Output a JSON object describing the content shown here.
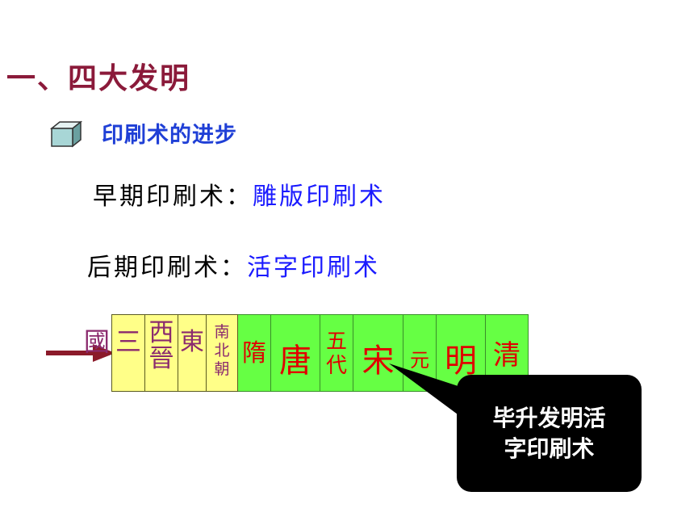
{
  "heading": "一、四大发明",
  "subheading": "印刷术的进步",
  "lines": [
    {
      "label": "早期印刷术：",
      "value": "雕版印刷术"
    },
    {
      "label": "后期印刷术：",
      "value": "活字印刷术"
    }
  ],
  "timeline": {
    "lead": "國",
    "cells": [
      "三",
      "西晉",
      "東",
      "南北朝",
      "隋",
      "唐",
      "五代",
      "宋",
      "元",
      "明",
      "清"
    ]
  },
  "callout": {
    "line1": "毕升发明活",
    "line2": "字印刷术"
  },
  "colors": {
    "heading": "#8b1a3a",
    "subheading": "#1f3fd6",
    "highlight": "#1a1aff",
    "yellow_cell": "#ffff88",
    "green_cell": "#66ff44",
    "dynasty_red": "#e00000"
  }
}
